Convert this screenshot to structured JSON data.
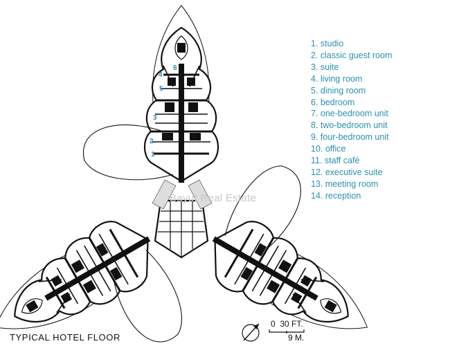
{
  "legend": [
    "1. studio",
    "2. classic guest room",
    "3. suite",
    "4. living room",
    "5. dining room",
    "6. bedroom",
    "7. one-bedroom unit",
    "8. two-bedroom unit",
    "9. four-bedroom unit",
    "10. office",
    "11. staff café",
    "12. executive suite",
    "13. meeting room",
    "14. reception"
  ],
  "caption": "TYPICAL HOTEL FLOOR",
  "scale": {
    "feet_zero": "0",
    "feet": "30 FT.",
    "meters": "9 M."
  },
  "room_markers": {
    "m1": "1",
    "m2": "2",
    "m3": "3",
    "m4": "4",
    "m5": "5",
    "m6": "6"
  },
  "watermark": "Bayut  Real Estate",
  "colors": {
    "legend_text": "#2a90b0",
    "ink": "#111111",
    "watermark": "#c8c8c8"
  }
}
